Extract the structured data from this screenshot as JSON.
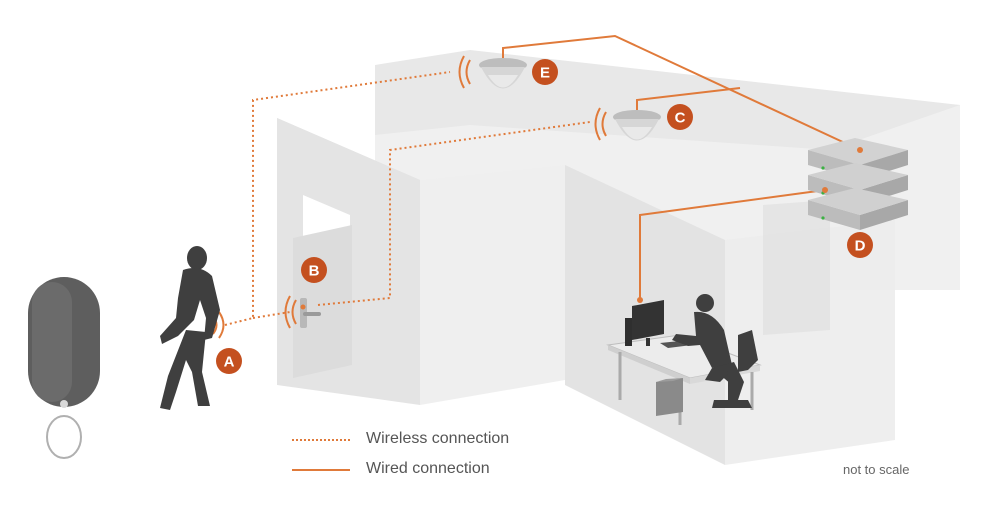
{
  "labels": {
    "a": "A",
    "b": "B",
    "c": "C",
    "d": "D",
    "e": "E"
  },
  "legend": {
    "wireless": "Wireless connection",
    "wired": "Wired connection"
  },
  "note": "not to scale",
  "colors": {
    "accent": "#e07a3a",
    "badge": "#c4501f",
    "wall": "#e6e6e6",
    "silhouette": "#3f3f3f"
  }
}
